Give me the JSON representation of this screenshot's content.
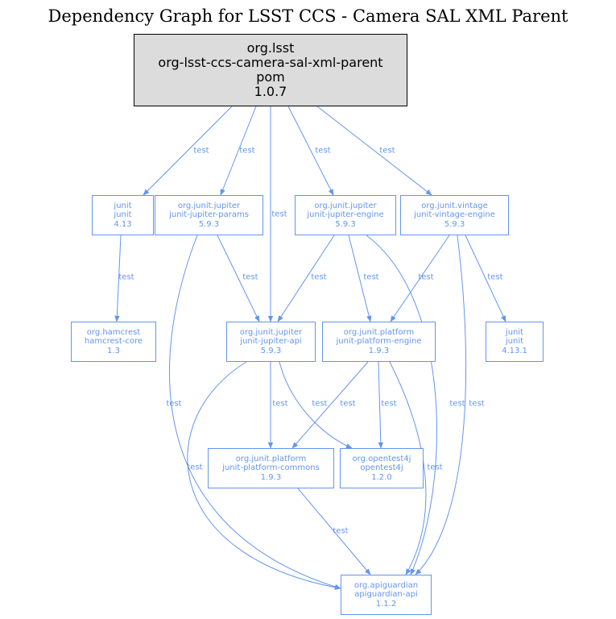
{
  "title": "Dependency Graph for LSST CCS - Camera SAL XML Parent",
  "colors": {
    "edge": "#6495ed",
    "root_fill": "#dcdcdc",
    "root_border": "#000000"
  },
  "nodes": {
    "root": {
      "group": "org.lsst",
      "artifact": "org-lsst-ccs-camera-sal-xml-parent",
      "type": "pom",
      "version": "1.0.7"
    },
    "junit413": {
      "group": "junit",
      "artifact": "junit",
      "version": "4.13"
    },
    "params": {
      "group": "org.junit.jupiter",
      "artifact": "junit-jupiter-params",
      "version": "5.9.3"
    },
    "jengine": {
      "group": "org.junit.jupiter",
      "artifact": "junit-jupiter-engine",
      "version": "5.9.3"
    },
    "vintage": {
      "group": "org.junit.vintage",
      "artifact": "junit-vintage-engine",
      "version": "5.9.3"
    },
    "hamcrest": {
      "group": "org.hamcrest",
      "artifact": "hamcrest-core",
      "version": "1.3"
    },
    "api": {
      "group": "org.junit.jupiter",
      "artifact": "junit-jupiter-api",
      "version": "5.9.3"
    },
    "pengine": {
      "group": "org.junit.platform",
      "artifact": "junit-platform-engine",
      "version": "1.9.3"
    },
    "junit4131": {
      "group": "junit",
      "artifact": "junit",
      "version": "4.13.1"
    },
    "commons": {
      "group": "org.junit.platform",
      "artifact": "junit-platform-commons",
      "version": "1.9.3"
    },
    "opentest": {
      "group": "org.opentest4j",
      "artifact": "opentest4j",
      "version": "1.2.0"
    },
    "apiguardian": {
      "group": "org.apiguardian",
      "artifact": "apiguardian-api",
      "version": "1.1.2"
    }
  },
  "edges": [
    {
      "from": "root",
      "to": "junit413",
      "label": "test"
    },
    {
      "from": "root",
      "to": "params",
      "label": "test"
    },
    {
      "from": "root",
      "to": "api",
      "label": "test"
    },
    {
      "from": "root",
      "to": "jengine",
      "label": "test"
    },
    {
      "from": "root",
      "to": "vintage",
      "label": "test"
    },
    {
      "from": "junit413",
      "to": "hamcrest",
      "label": "test"
    },
    {
      "from": "params",
      "to": "api",
      "label": "test"
    },
    {
      "from": "params",
      "to": "apiguardian",
      "label": "test"
    },
    {
      "from": "jengine",
      "to": "api",
      "label": "test"
    },
    {
      "from": "jengine",
      "to": "pengine",
      "label": "test"
    },
    {
      "from": "jengine",
      "to": "apiguardian",
      "label": "test"
    },
    {
      "from": "vintage",
      "to": "pengine",
      "label": "test"
    },
    {
      "from": "vintage",
      "to": "junit4131",
      "label": "test"
    },
    {
      "from": "vintage",
      "to": "apiguardian",
      "label": "test"
    },
    {
      "from": "api",
      "to": "commons",
      "label": "test"
    },
    {
      "from": "api",
      "to": "opentest",
      "label": "test"
    },
    {
      "from": "api",
      "to": "apiguardian",
      "label": "test"
    },
    {
      "from": "pengine",
      "to": "commons",
      "label": "test"
    },
    {
      "from": "pengine",
      "to": "opentest",
      "label": "test"
    },
    {
      "from": "pengine",
      "to": "apiguardian",
      "label": "test"
    },
    {
      "from": "commons",
      "to": "apiguardian",
      "label": "test"
    }
  ]
}
